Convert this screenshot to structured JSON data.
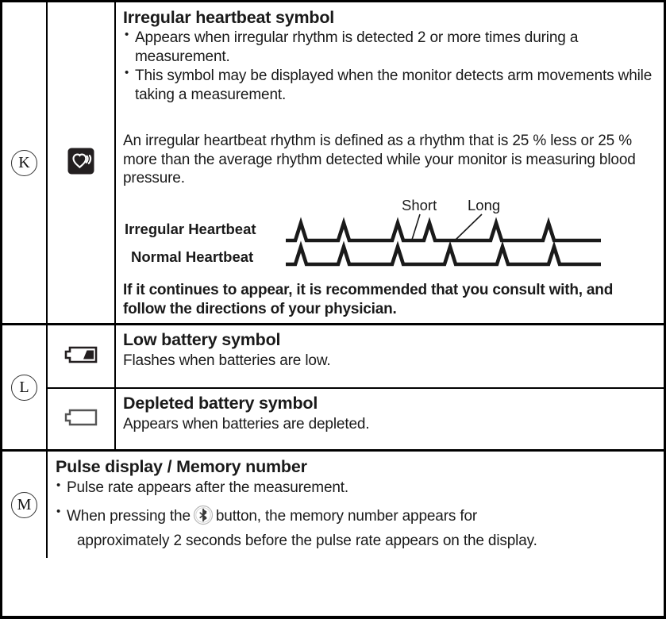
{
  "document": {
    "type": "symbol-reference-table",
    "rows": [
      {
        "key": "K",
        "symbol_icon": "irregular-heartbeat-icon",
        "title": "Irregular heartbeat symbol",
        "bullets": [
          "Appears when irregular rhythm is detected 2 or more times during a measurement.",
          "This symbol may be displayed when the monitor detects arm movements while taking a measurement."
        ],
        "definition": "An irregular heartbeat rhythm is defined as a rhythm that is 25 % less or 25 % more than the average rhythm detected while your monitor is measuring blood pressure.",
        "diagram": {
          "callouts": [
            "Short",
            "Long"
          ],
          "series_labels": [
            "Irregular Heartbeat",
            "Normal Heartbeat"
          ]
        },
        "note": "If it continues to appear, it is recommended that you consult with, and follow the directions of your physician."
      },
      {
        "key": "L",
        "sub_rows": [
          {
            "symbol_icon": "low-battery-icon",
            "title": "Low battery symbol",
            "description": "Flashes when batteries are low."
          },
          {
            "symbol_icon": "depleted-battery-icon",
            "title": "Depleted battery symbol",
            "description": "Appears when batteries are depleted."
          }
        ]
      },
      {
        "key": "M",
        "title": "Pulse display / Memory number",
        "lines": [
          {
            "bullet": true,
            "text_before": "Pulse rate appears after the measurement.",
            "icon": null,
            "text_after": ""
          },
          {
            "bullet": true,
            "text_before": "When pressing the",
            "icon": "memory-button-icon",
            "text_after": "button, the memory number appears for"
          },
          {
            "bullet": false,
            "text_before": "approximately 2 seconds before the pulse rate appears on the display.",
            "icon": null,
            "text_after": ""
          }
        ]
      }
    ]
  },
  "chart_data": {
    "type": "line",
    "title": "",
    "xlabel": "",
    "ylabel": "",
    "series": [
      {
        "name": "Irregular Heartbeat",
        "peak_positions": [
          12,
          78,
          146,
          186,
          270,
          336
        ],
        "note": "uneven beat-to-beat intervals"
      },
      {
        "name": "Normal Heartbeat",
        "peak_positions": [
          12,
          78,
          146,
          212,
          278,
          336
        ],
        "note": "even beat-to-beat intervals"
      }
    ],
    "annotations": [
      {
        "label": "Short",
        "points_to": "gap between 3rd and 4th irregular peaks"
      },
      {
        "label": "Long",
        "points_to": "gap between 4th and 5th irregular peaks"
      }
    ],
    "grid": false,
    "legend": "left-labels"
  },
  "colors": {
    "ink": "#1a1a1a",
    "border": "#000000",
    "background": "#ffffff",
    "icon_dark": "#231f20"
  }
}
